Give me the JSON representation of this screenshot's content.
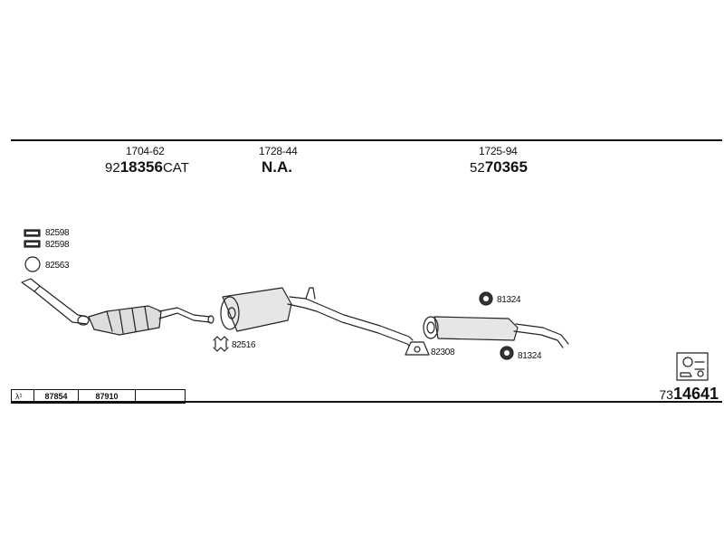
{
  "groups": [
    {
      "code": "1704-62",
      "prefix": "92",
      "number": "18356",
      "suffix": "CAT"
    },
    {
      "code": "1728-44",
      "na": "N.A."
    },
    {
      "code": "1725-94",
      "prefix": "52",
      "number": "70365",
      "suffix": ""
    }
  ],
  "parts": {
    "gasket_a": "82598",
    "gasket_b": "82598",
    "ring": "82563",
    "clamp": "82516",
    "rubber_hanger": "82308",
    "mount_top": "81324",
    "mount_bottom": "81324"
  },
  "lambda_table": {
    "symbol": "λ¹",
    "cells": [
      "87854",
      "87910",
      ""
    ]
  },
  "footer": {
    "prefix": "73",
    "number": "14641"
  },
  "icons": [
    "gasket-icon",
    "ring-icon",
    "clamp-icon",
    "rubber-hanger-icon",
    "mount-icon",
    "fitting-kit-icon"
  ]
}
